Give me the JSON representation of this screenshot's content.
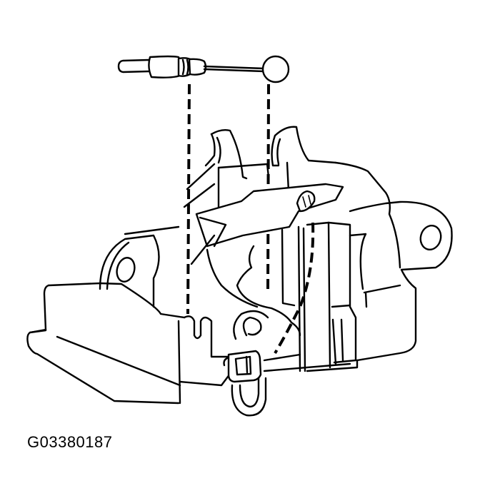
{
  "figure": {
    "id_label": "G03380187",
    "subject": "hood latch assembly with release cable",
    "parts": [
      {
        "name": "cable-end-fitting"
      },
      {
        "name": "cable-ball-end"
      },
      {
        "name": "latch-body"
      },
      {
        "name": "cable-retaining-clip"
      },
      {
        "name": "mounting-ear-left"
      },
      {
        "name": "mounting-ear-right"
      }
    ],
    "colors": {
      "line": "#000000",
      "background": "#ffffff"
    }
  }
}
